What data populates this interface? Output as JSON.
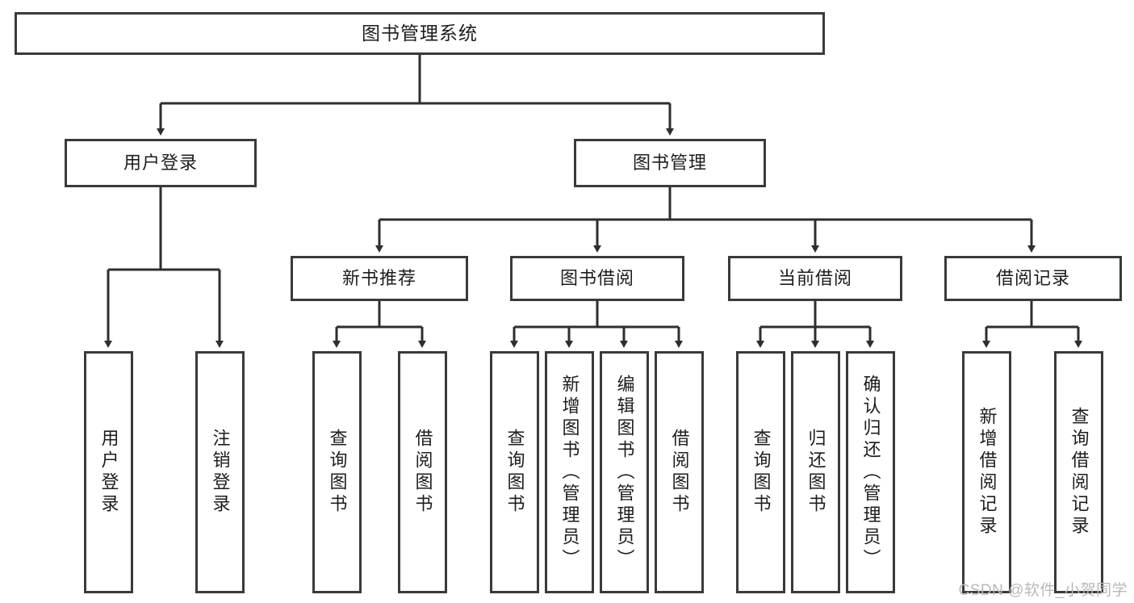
{
  "diagram": {
    "title": "图书管理系统",
    "type": "tree-hierarchy",
    "root": {
      "label": "图书管理系统"
    },
    "level2": [
      {
        "label": "用户登录"
      },
      {
        "label": "图书管理"
      }
    ],
    "level3": [
      {
        "label": "新书推荐"
      },
      {
        "label": "图书借阅"
      },
      {
        "label": "当前借阅"
      },
      {
        "label": "借阅记录"
      }
    ],
    "leaves": {
      "user_login": [
        {
          "label": "用户登录"
        },
        {
          "label": "注销登录"
        }
      ],
      "new_book_recommend": [
        {
          "label": "查询图书"
        },
        {
          "label": "借阅图书"
        }
      ],
      "book_borrow": [
        {
          "label": "查询图书"
        },
        {
          "label": "新增图书（管理员）"
        },
        {
          "label": "编辑图书（管理员）"
        },
        {
          "label": "借阅图书"
        }
      ],
      "current_borrow": [
        {
          "label": "查询图书"
        },
        {
          "label": "归还图书"
        },
        {
          "label": "确认归还（管理员）"
        }
      ],
      "borrow_record": [
        {
          "label": "新增借阅记录"
        },
        {
          "label": "查询借阅记录"
        }
      ]
    }
  },
  "watermark": {
    "text": "CSDN @软件_小贺同学"
  },
  "colors": {
    "border": "#3a3a3a",
    "background": "#ffffff",
    "text": "#1d1d1d",
    "watermark": "#b9b9b9"
  }
}
